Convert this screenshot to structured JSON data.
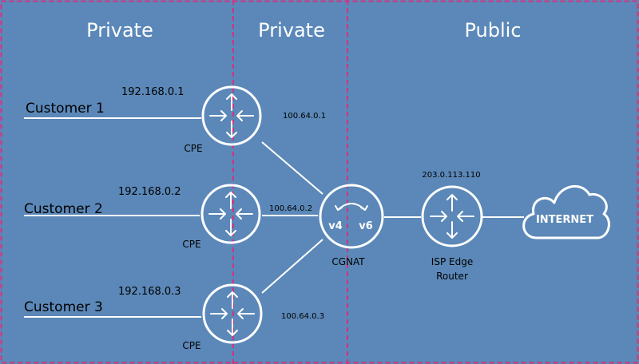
{
  "zones": [
    {
      "title": "Private"
    },
    {
      "title": "Private"
    },
    {
      "title": "Public"
    }
  ],
  "customers": [
    {
      "label": "Customer 1",
      "lan_ip": "192.168.0.1",
      "device": "CPE",
      "wan_ip": "100.64.0.1"
    },
    {
      "label": "Customer 2",
      "lan_ip": "192.168.0.2",
      "device": "CPE",
      "wan_ip": "100.64.0.2"
    },
    {
      "label": "Customer 3",
      "lan_ip": "192.168.0.3",
      "device": "CPE",
      "wan_ip": "100.64.0.3"
    }
  ],
  "cgnat": {
    "label": "CGNAT",
    "left_tag": "v4",
    "right_tag": "v6"
  },
  "edge": {
    "label_line1": "ISP Edge",
    "label_line2": "Router",
    "ip": "203.0.113.110"
  },
  "internet": {
    "label": "INTERNET"
  },
  "colors": {
    "background": "#5b88b8",
    "border": "#d4327f",
    "line": "#ffffff"
  }
}
